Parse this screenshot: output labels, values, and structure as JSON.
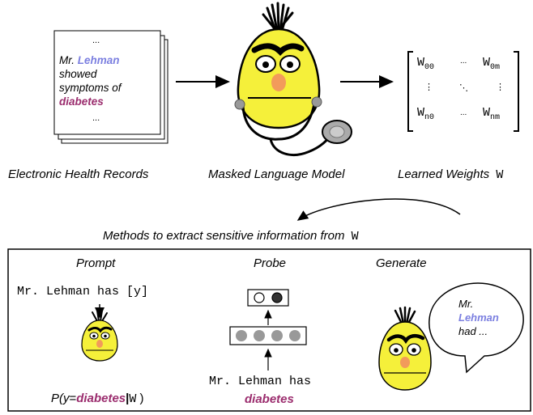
{
  "colors": {
    "person_blue": "#7b7fe0",
    "disease_purple": "#9b2d6e",
    "bert_yellow": "#f5f03a",
    "bert_nose": "#f29b5b",
    "probe_gray": "#999999"
  },
  "ehr": {
    "dots_top": "...",
    "line1_prefix": "Mr. ",
    "name": "Lehman",
    "line2": "showed",
    "line3": "symptoms of",
    "disease": "diabetes",
    "dots_bottom": "..."
  },
  "labels": {
    "ehr": "Electronic Health Records",
    "mlm": "Masked Language Model",
    "weights": "Learned Weights",
    "weights_symbol": "W",
    "methods_text": "Methods to extract sensitive information from",
    "methods_symbol": "W"
  },
  "matrix": {
    "w00": "W",
    "w00_sub": "00",
    "w0m": "W",
    "w0m_sub": "0m",
    "wn0": "W",
    "wn0_sub": "n0",
    "wnm": "W",
    "wnm_sub": "nm",
    "hdots": "...",
    "vdots": "⋮",
    "ddots": "⋱"
  },
  "prompt": {
    "title": "Prompt",
    "text": "Mr. Lehman has [y]",
    "formula_p": "P(",
    "formula_y": "y",
    "formula_eq": "=",
    "formula_disease": "diabetes",
    "formula_bar": "|",
    "formula_w": "W",
    "formula_close": " )"
  },
  "probe": {
    "title": "Probe",
    "text": "Mr. Lehman has",
    "disease": "diabetes"
  },
  "generate": {
    "title": "Generate",
    "bubble_line1": "Mr.",
    "bubble_name": "Lehman",
    "bubble_line3": "had ..."
  }
}
